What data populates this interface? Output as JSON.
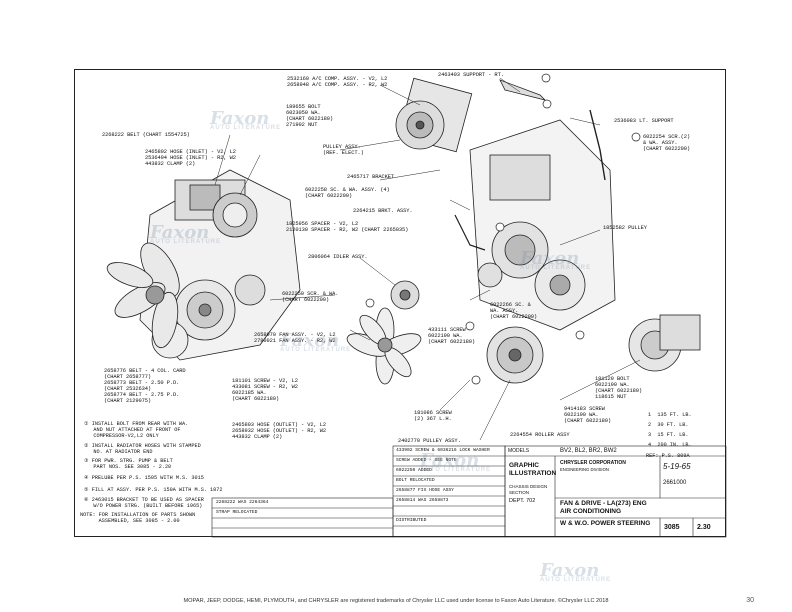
{
  "sheet": {
    "title_block": {
      "models_label": "MODELS",
      "models": "BV2, BL2, BR2, BW2",
      "graphic_label": "GRAPHIC",
      "illustration_label": "ILLUSTRATION",
      "chassis_design_label": "CHASSIS DESIGN",
      "section_label": "SECTION",
      "dept_label": "DEPT. 702",
      "company": "CHRYSLER CORPORATION",
      "company_sub": "ENGINEERING DIVISION",
      "title_line1": "FAN & DRIVE - LA(273) ENG",
      "title_line2": "AIR CONDITIONING",
      "title_line3": "W & W.O. POWER STEERING",
      "date": "5-19-65",
      "number": "2661000",
      "section": "3085",
      "page": "2.30",
      "ref": "REF: P.S. 809A"
    },
    "torque_specs": [
      {
        "num": "1",
        "text": "135 FT. LB."
      },
      {
        "num": "2",
        "text": "30 FT. LB."
      },
      {
        "num": "3",
        "text": "15 FT. LB."
      },
      {
        "num": "4",
        "text": "200 IN. LB."
      }
    ],
    "revisions": [
      "433902 SCREW & 6036216 LOCK WASHER",
      "SCREW ADDED - SEE NOTE",
      "6022250 ADDED",
      "BOLT RELOCATED",
      "2658877 FIX HOSE ASSY",
      "2658814 WAS 2658873",
      "DISTRIBUTED",
      "2268222 WAS 2264364",
      "STRAP RELOCATED"
    ],
    "notes": [
      "① INSTALL BOLT FROM REAR WITH WA.\n   AND NUT ATTACHED AT FRONT OF\n   COMPRESSOR-V2,L2 ONLY",
      "② INSTALL RADIATOR HOSES WITH STAMPED\n   NO. AT RADIATOR END",
      "③ FOR PWR. STRG. PUMP & BELT\n   PART NOS. SEE 3085 - 2.20",
      "④ PRELUBE PER P.S. 1505 WITH M.S. 3015",
      "⑤ FILL AT ASSY. PER P.S. 150A WITH M.S. 1872",
      "⑥ 2463015 BRACKET TO BE USED AS SPACER\n   W/O POWER STRG. (BUILT BEFORE 1965)",
      "NOTE: FOR INSTALLATION OF PARTS SHOWN\n      ASSEMBLED, SEE 3085 - 2.00"
    ],
    "callouts": {
      "ac_comp": "2532160 A/C COMP. ASSY. - V2, L2\n2658948 A/C COMP. ASSY. - R2, W2",
      "support_rt": "2463403 SUPPORT - RT.",
      "support_lt": "2536083 LT. SUPPORT",
      "bolt_nut": "189655 BOLT\n6023050 WA.\n(CHART 6022180)\n271902 NUT",
      "screw_wa": "6022254 SCR.(2)\n& WA. ASSY.\n(CHART 6022200)",
      "pulley_assy": "PULLEY ASSY.\n(REF. ELECT.)",
      "belt": "2268222 BELT (CHART 1554725)",
      "hose_inlet": "2465802 HOSE (INLET) - V2, L2\n2536494 HOSE (INLET) - R2, W2\n443832 CLAMP (2)",
      "bracket": "2465717 BRACKET",
      "sc_wa_assy": "6022258 SC. & WA. ASSY. (4)\n(CHART 6022200)",
      "brkt_assy": "2264215 BRKT. ASSY.",
      "spacer": "1825956 SPACER - V2, L2\n2120130 SPACER - R2, W2 (CHART 2265035)",
      "pulley": "1852582 PULLEY",
      "idler": "2806064 IDLER ASSY.",
      "scr_wa_2": "6022250 SCR. & WA.\n(CHART 6022200)",
      "sc_wa_6": "6022266 SC. &\nWA. ASSY.\n(CHART 6022200)",
      "belt_cord": "2658776 BELT - 4 COL. CARD\n(CHART 2658777)\n2658773 BELT - 2.50 P.D.\n(CHART 2532634)\n2658774 BELT - 2.75 P.D.\n(CHART 2129075)",
      "fan_assy": "2658970 FAN ASSY. - V2, L2\n2780921 FAN ASSY. - R2, W2",
      "screw_433111": "433111 SCREW\n6022190 WA.\n(CHART 6022180)",
      "screw_181101": "181101 SCREW - V2, L2\n433081 SCREW - R2, W2\n6022185 WA.\n(CHART 6022180)",
      "bolt_181129": "181129 BOLT\n6022190 WA.\n(CHART 6022180)\n118615 NUT",
      "screw_181086": "181086 SCREW\n(2) 367 L.H.",
      "screw_9414183": "9414183 SCREW\n6022190 WA.\n(CHART 6022180)",
      "hose_outlet": "2465803 HOSE (OUTLET) - V2, L2\n2658932 HOSE (OUTLET) - R2, W2\n443832 CLAMP (2)",
      "pulley_2402770": "2402770 PULLEY ASSY.",
      "roller": "2264554 ROLLER ASSY"
    }
  },
  "footer": {
    "text": "MOPAR, JEEP, DODGE, HEMI, PLYMOUTH, and CHRYSLER are registered trademarks of Chrysler LLC used under license to Faxon Auto Literature. ©Chrysler LLC 2018",
    "page_number": "30"
  },
  "watermark": {
    "brand": "Faxon",
    "tagline": "AUTO LITERATURE"
  }
}
